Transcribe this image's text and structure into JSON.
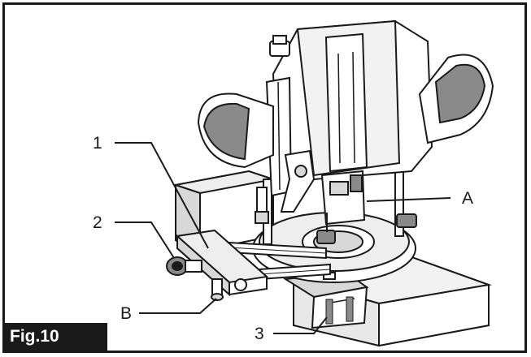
{
  "figure": {
    "label": "Fig.10"
  },
  "callouts": {
    "c1": "1",
    "c2": "2",
    "c3": "3",
    "cA": "A",
    "cB": "B"
  },
  "colors": {
    "line": "#1a1a1a",
    "shade": "#c8c8c8",
    "dark_shade": "#8a8a8a",
    "background": "#ffffff"
  }
}
